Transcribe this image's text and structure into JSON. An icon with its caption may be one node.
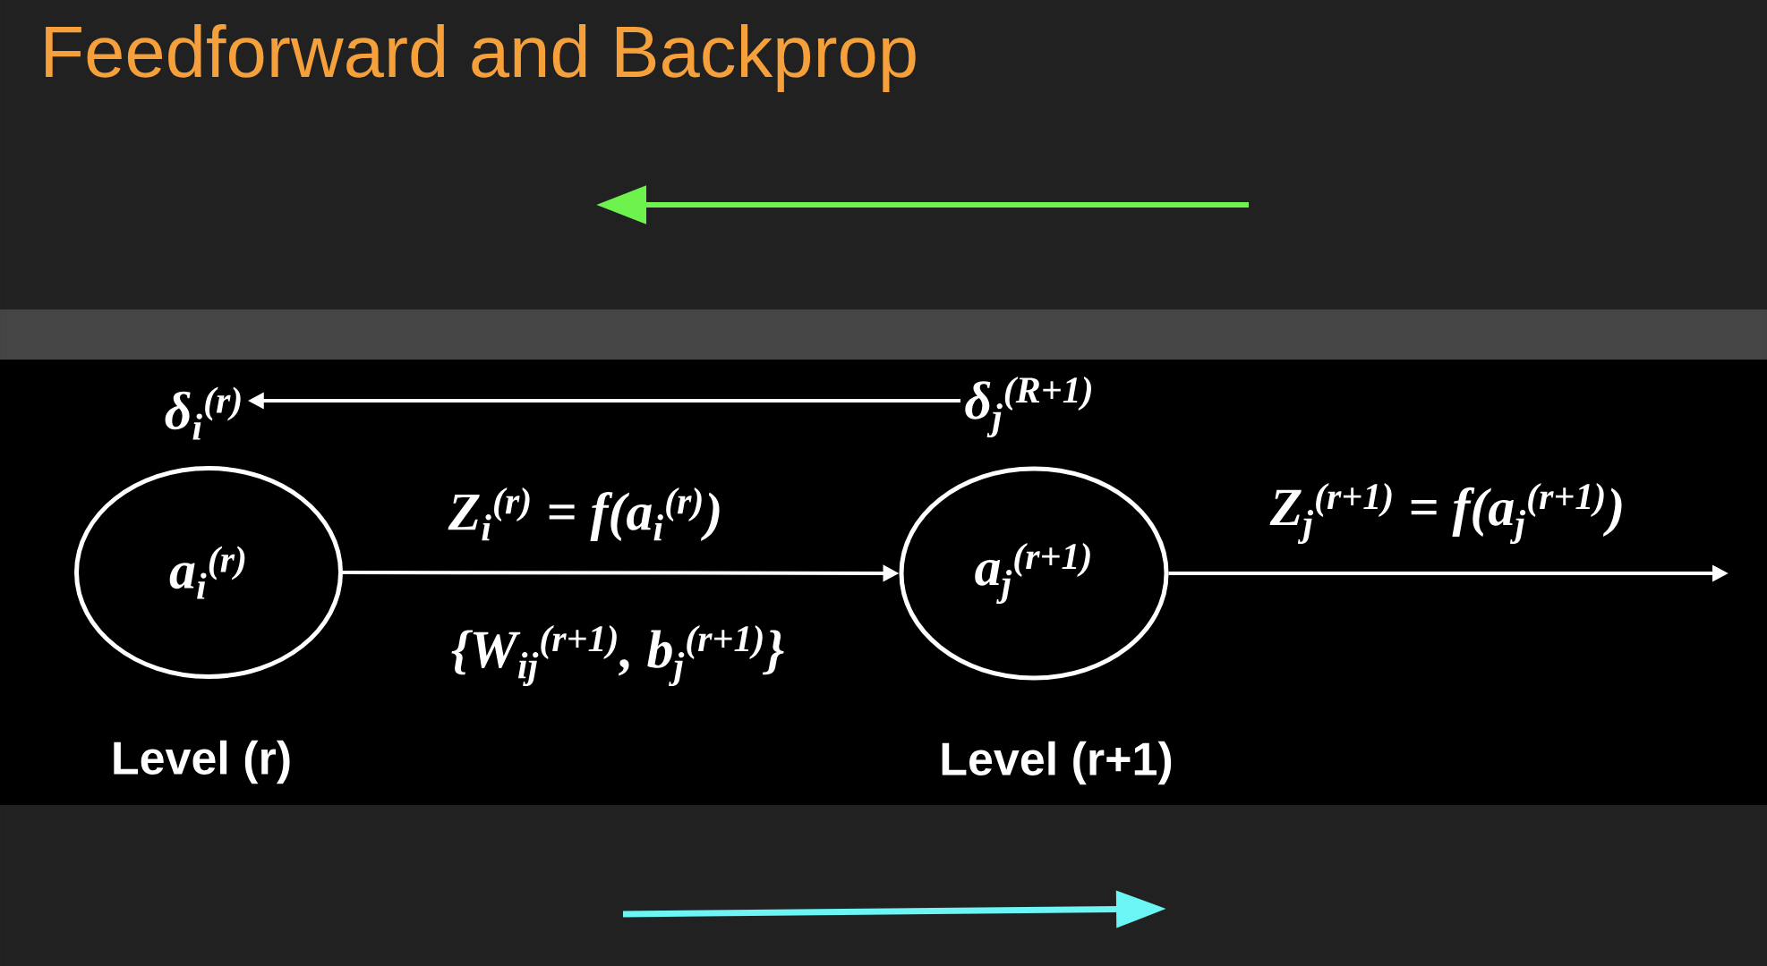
{
  "diagram": {
    "title": "Feedforward and Backprop",
    "nodes": [
      {
        "text": [
          "δ$_{i}$$^{(r)}$"
        ]
      },
      {
        "text": [
          "δ$_{j}$$^{(R+1)}$"
        ]
      },
      {
        "text": [
          "a$_{i}$$^{(r)}$"
        ],
        "beside": [
          "Level (r)"
        ]
      },
      {
        "text": [
          "a$_{j}$$^{(r+1)}$"
        ],
        "beside": [
          "Level (r+1)"
        ]
      }
    ],
    "edges": [
      {
        "from": 1,
        "to": 0,
        "arrow": "to"
      },
      {
        "from": 2,
        "to": 3,
        "arrow": "to",
        "label": "Z$_{i}$$^{(r)}$ = f(a$_{i}$$^{(r)}$)"
      },
      {
        "from": 3,
        "to": null,
        "arrow": "to",
        "label": "Z$_{j}$$^{(r+1)}$ = f(a$_{j}$$^{(r+1)}$)"
      }
    ],
    "labels": [
      "{W$_{ij}$$^{(r+1)}$, b$_{j}$$^{(r+1)}$}"
    ]
  }
}
